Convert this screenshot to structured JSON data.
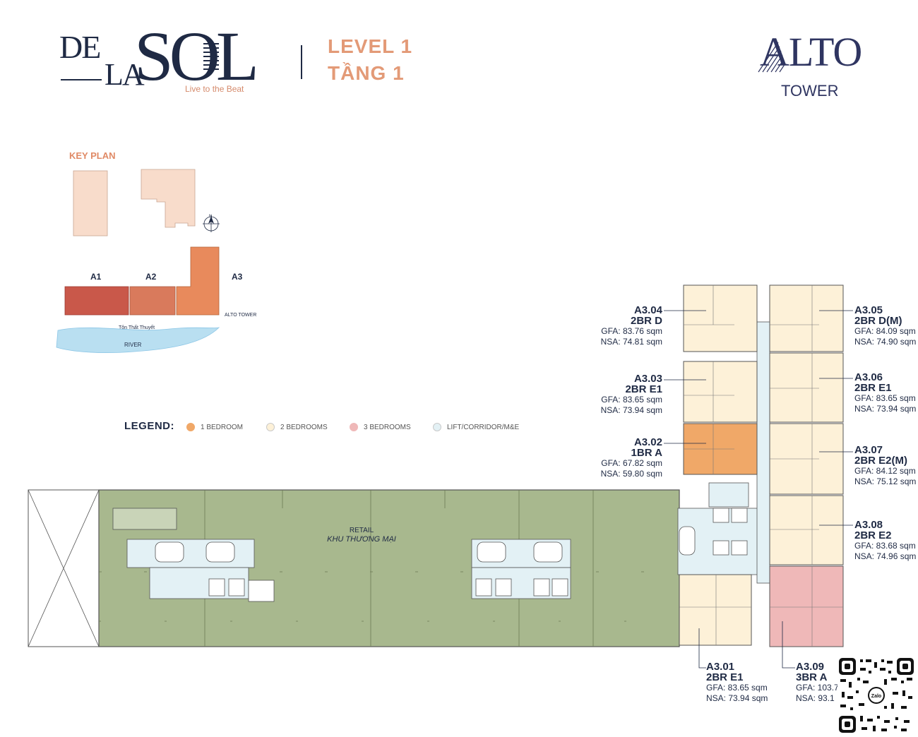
{
  "brand": {
    "de": "DE",
    "la": "LA",
    "sol": "SOL",
    "tagline": "Live to the Beat"
  },
  "header": {
    "level_en": "LEVEL 1",
    "level_vi": "TẦNG 1"
  },
  "tower_logo": {
    "name": "ALTO",
    "sub": "TOWER"
  },
  "key_plan": {
    "title": "KEY PLAN",
    "blocks": [
      "A1",
      "A2",
      "A3"
    ],
    "tower_label": "ALTO TOWER",
    "street": "Tôn Thất Thuyết",
    "river": "RIVER",
    "north": "N"
  },
  "legend": {
    "title": "LEGEND:",
    "items": [
      {
        "label": "1 BEDROOM",
        "color": "#f0a868"
      },
      {
        "label": "2 BEDROOMS",
        "color": "#fdf1d8"
      },
      {
        "label": "3 BEDROOMS",
        "color": "#efb8b8"
      },
      {
        "label": "LIFT/CORRIDOR/M&E",
        "color": "#e3f1f5"
      }
    ]
  },
  "retail": {
    "en": "RETAIL",
    "vi": "KHU THƯƠNG MẠI"
  },
  "units": [
    {
      "code": "A3.04",
      "type": "2BR D",
      "gfa": "GFA: 83.76 sqm",
      "nsa": "NSA: 74.81 sqm"
    },
    {
      "code": "A3.03",
      "type": "2BR E1",
      "gfa": "GFA: 83.65 sqm",
      "nsa": "NSA: 73.94 sqm"
    },
    {
      "code": "A3.02",
      "type": "1BR A",
      "gfa": "GFA: 67.82 sqm",
      "nsa": "NSA: 59.80 sqm"
    },
    {
      "code": "A3.05",
      "type": "2BR D(M)",
      "gfa": "GFA: 84.09 sqm",
      "nsa": "NSA: 74.90 sqm"
    },
    {
      "code": "A3.06",
      "type": "2BR E1",
      "gfa": "GFA: 83.65 sqm",
      "nsa": "NSA: 73.94 sqm"
    },
    {
      "code": "A3.07",
      "type": "2BR E2(M)",
      "gfa": "GFA: 84.12 sqm",
      "nsa": "NSA: 75.12 sqm"
    },
    {
      "code": "A3.08",
      "type": "2BR E2",
      "gfa": "GFA: 83.68 sqm",
      "nsa": "NSA: 74.96 sqm"
    },
    {
      "code": "A3.01",
      "type": "2BR E1",
      "gfa": "GFA: 83.65 sqm",
      "nsa": "NSA: 73.94 sqm"
    },
    {
      "code": "A3.09",
      "type": "3BR A",
      "gfa": "GFA: 103.7",
      "nsa": "NSA: 93.1"
    }
  ],
  "qr": {
    "center_label": "Zalo"
  },
  "colors": {
    "navy": "#1f2a44",
    "accent": "#e39a77",
    "retail_green": "#a8b88e",
    "one_bed": "#f0a868",
    "two_bed": "#fdf1d8",
    "three_bed": "#efb8b8",
    "corridor": "#e3f1f5"
  }
}
